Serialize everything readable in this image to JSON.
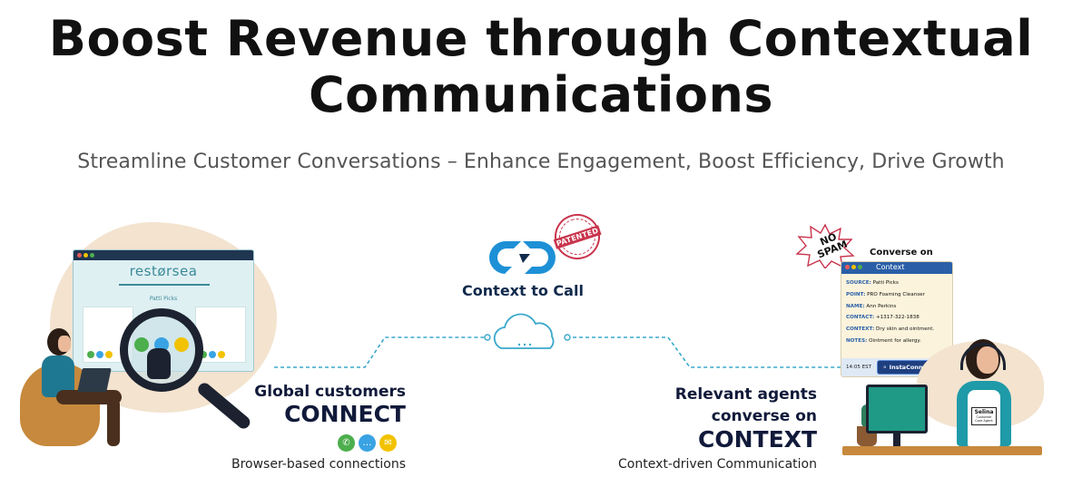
{
  "hero": {
    "title_line1": "Boost Revenue through Contextual",
    "title_line2": "Communications",
    "subtitle": "Streamline Customer Conversations – Enhance Engagement, Boost Efficiency, Drive Growth"
  },
  "left": {
    "browser_brand": "restørsea",
    "browser_sub": "Patti Picks",
    "caption": "Global customers",
    "big": "CONNECT",
    "icons": [
      "phone-icon",
      "chat-icon",
      "mail-icon"
    ],
    "footnote": "Browser-based connections"
  },
  "center": {
    "logo_label": "Context to Call",
    "stamp": "PATENTED"
  },
  "right": {
    "badge_spam_line1": "NO",
    "badge_spam_line2": "SPAM",
    "panel_heading": "Converse on",
    "panel_title": "Context",
    "fields": [
      {
        "key": "SOURCE:",
        "value": "Patti Picks"
      },
      {
        "key": "POINT:",
        "value": "PRO Foaming Cleanser"
      },
      {
        "key": "NAME:",
        "value": "Ann Perkins"
      },
      {
        "key": "CONTACT:",
        "value": "+1317-322-1838"
      },
      {
        "key": "CONTEXT:",
        "value": "Dry skin and ointment."
      },
      {
        "key": "NOTES:",
        "value": "Ointment for allergy."
      }
    ],
    "time": "14:05 EST",
    "connect_button": "InstaConnect",
    "agent_name": "Selina",
    "agent_role": "Customer Care Agent",
    "caption_line1": "Relevant agents",
    "caption_line2": "converse on",
    "big": "CONTEXT",
    "footnote": "Context-driven Communication"
  },
  "colors": {
    "accent_blue": "#1e90d6",
    "navy": "#111a3a",
    "phone_green": "#4cae4c",
    "chat_blue": "#3aa3e3",
    "mail_yellow": "#f2c200",
    "stamp_red": "#c9354d"
  }
}
